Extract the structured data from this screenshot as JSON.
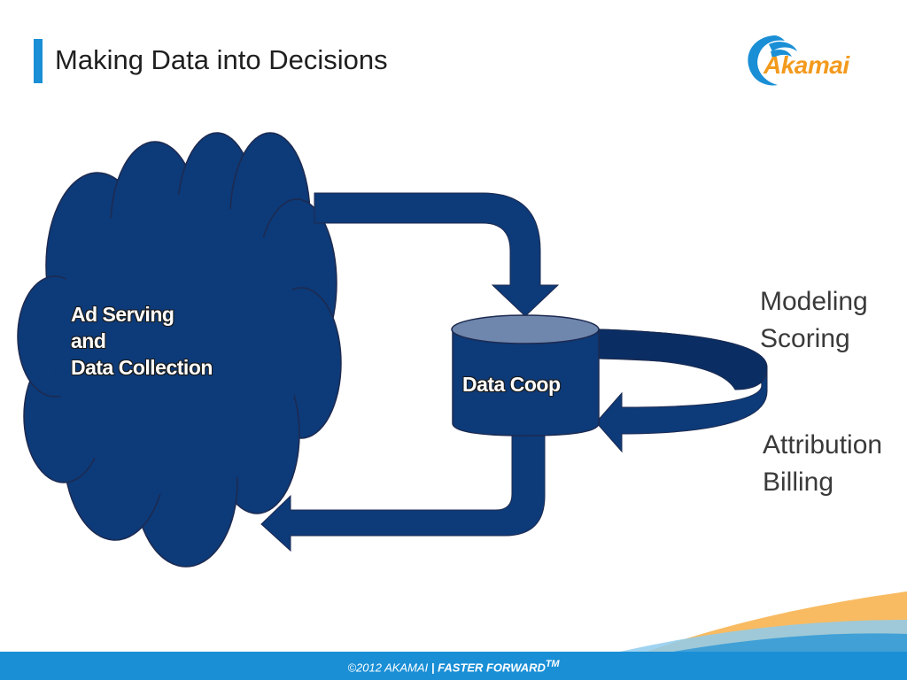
{
  "slide": {
    "title": "Making Data into Decisions",
    "logo": {
      "text": "Akamai",
      "icon": "akamai-wave-icon",
      "color": "#f39a1e"
    },
    "accent_color": "#1a8fd6",
    "diagram_color": "#0d3a78"
  },
  "diagram": {
    "cloud": {
      "lines": [
        "Ad Serving",
        "and",
        "Data Collection"
      ]
    },
    "database": {
      "label": "Data Coop"
    },
    "outputs_top": {
      "lines": [
        "Modeling",
        "Scoring"
      ]
    },
    "outputs_bottom": {
      "lines": [
        "Attribution",
        "Billing"
      ]
    }
  },
  "footer": {
    "copyright": "©2012 AKAMAI",
    "separator": "|",
    "tagline": "FASTER FORWARD",
    "trademark": "TM"
  }
}
